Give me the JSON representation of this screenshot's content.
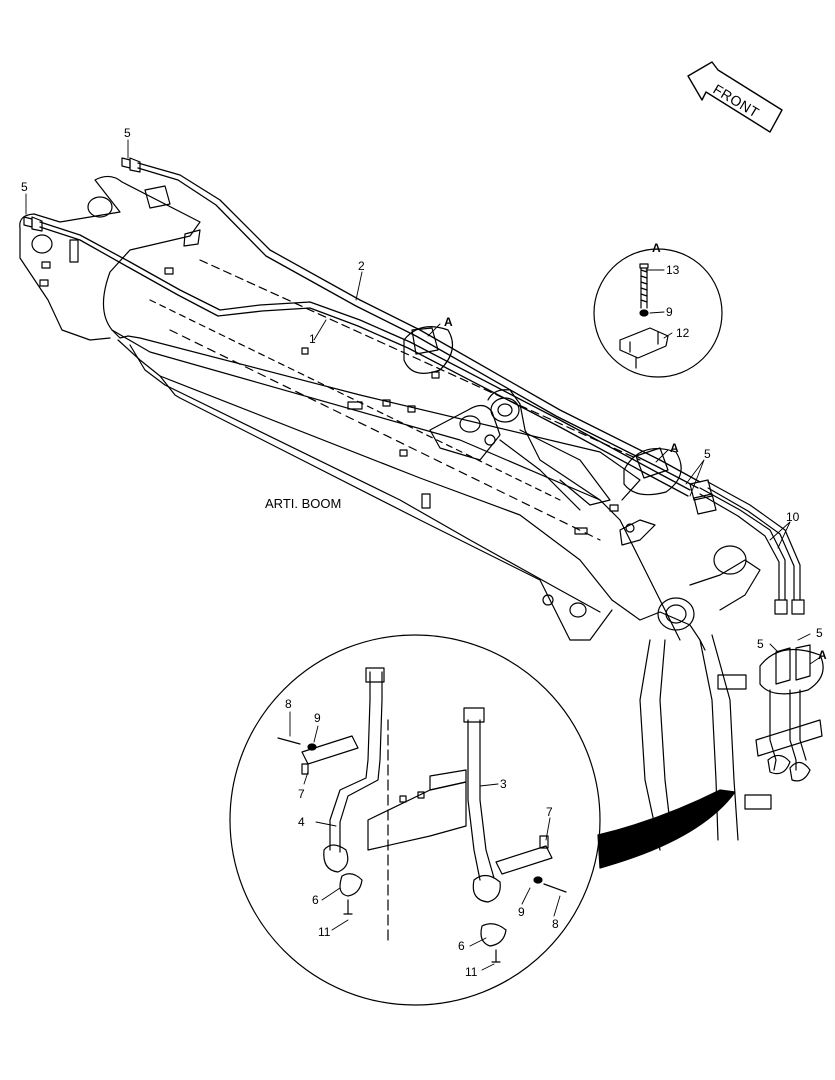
{
  "diagram": {
    "title": "ARTI. BOOM",
    "front_label": "FRONT",
    "detail_view_label": "A",
    "callouts": {
      "c1": "1",
      "c2": "2",
      "c3": "3",
      "c4": "4",
      "c5": "5",
      "c6": "6",
      "c7": "7",
      "c8": "8",
      "c9": "9",
      "c10": "10",
      "c11": "11",
      "c12": "12",
      "c13": "13"
    },
    "ref_marker": "A",
    "colors": {
      "line": "#000000",
      "background": "#ffffff"
    }
  }
}
